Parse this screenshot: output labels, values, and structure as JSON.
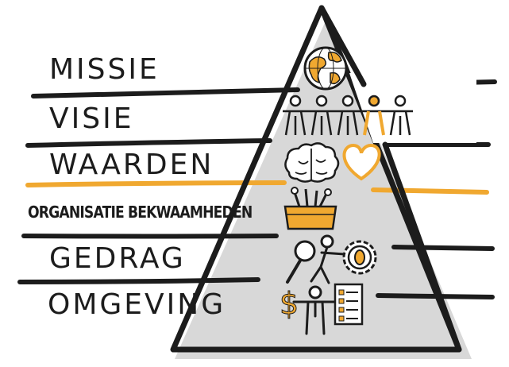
{
  "levels": [
    {
      "label": "MISSIE"
    },
    {
      "label": "VISIE"
    },
    {
      "label": "WAARDEN"
    },
    {
      "label": "ORGANISATIE BEKWAAMHEDEN"
    },
    {
      "label": "GEDRAG"
    },
    {
      "label": "OMGEVING"
    }
  ],
  "icons": [
    "globe-icon",
    "people-chain-icon",
    "brain-icon",
    "heart-icon",
    "toolbox-icon",
    "magnifier-icon",
    "person-gear-icon",
    "gear-icon",
    "dollar-icon",
    "person-icon",
    "checklist-icon"
  ],
  "colors": {
    "ink": "#1c1c1c",
    "accent": "#f0a830",
    "shadow": "#d8d8d8"
  }
}
